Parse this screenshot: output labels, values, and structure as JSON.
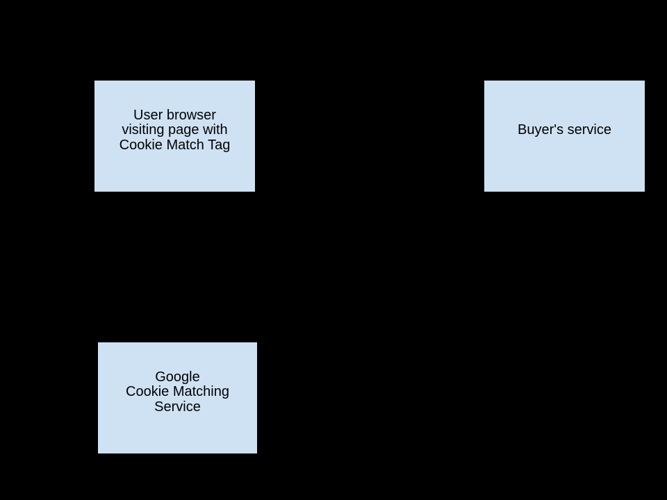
{
  "canvas": {
    "background": "#000000"
  },
  "diagram": {
    "node_fill": "#cfe2f3",
    "node_border": "#000000",
    "node_text_color": "#000000",
    "nodes": [
      {
        "id": "user-browser",
        "label": "User browser\nvisiting page with\nCookie Match Tag"
      },
      {
        "id": "buyers-service",
        "label": "Buyer's service"
      },
      {
        "id": "google-cookie-matching-service",
        "label": "Google\nCookie Matching\nService"
      }
    ]
  }
}
